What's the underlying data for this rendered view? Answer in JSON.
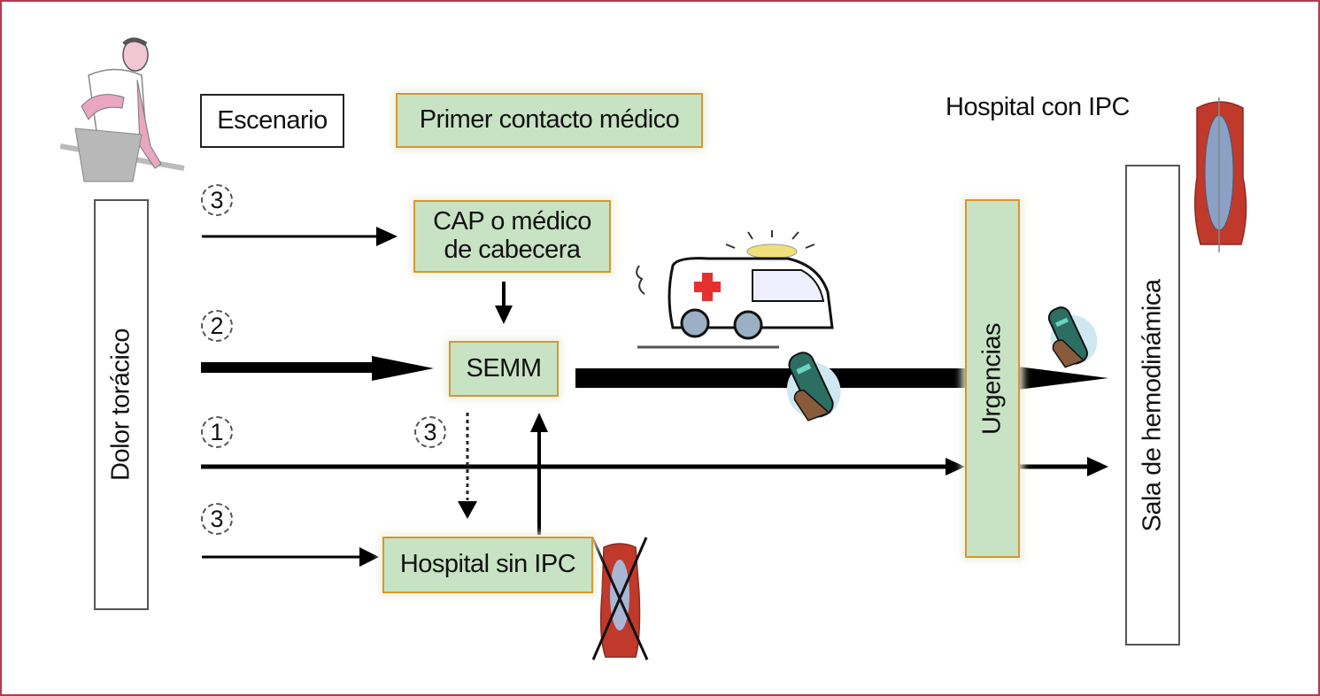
{
  "diagram": {
    "header": {
      "scenario_label": "Escenario",
      "first_contact_label": "Primer contacto médico",
      "hospital_pci_label": "Hospital con IPC"
    },
    "start_node": {
      "label": "Dolor torácico"
    },
    "nodes": {
      "cap": {
        "line1": "CAP o médico",
        "line2": "de cabecera"
      },
      "semm": {
        "label": "SEMM"
      },
      "hospital_no_pci": {
        "label": "Hospital sin IPC"
      },
      "urgencias": {
        "label": "Urgencias"
      },
      "cath_lab": {
        "label": "Sala de hemodinámica"
      }
    },
    "scenario_markers": {
      "top": "3",
      "middle": "2",
      "bottom_main": "1",
      "dotted": "3",
      "lowest": "3"
    },
    "colors": {
      "frame": "#b5394f",
      "green_box_fill": "#c8e3c4",
      "green_box_border": "#d8962e",
      "arrow": "#000000"
    },
    "illustrations": [
      "patient-chest-pain-icon",
      "ambulance-icon",
      "mobile-phone-icon",
      "stent-icon",
      "crossed-stent-icon"
    ]
  }
}
